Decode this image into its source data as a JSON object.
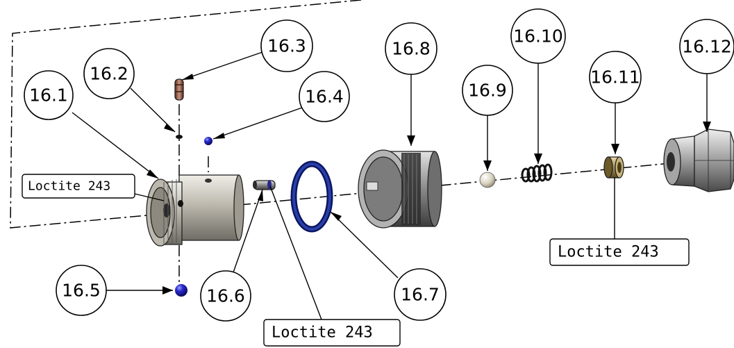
{
  "balloons": [
    {
      "label": "16.1"
    },
    {
      "label": "16.2"
    },
    {
      "label": "16.3"
    },
    {
      "label": "16.4"
    },
    {
      "label": "16.5"
    },
    {
      "label": "16.6"
    },
    {
      "label": "16.7"
    },
    {
      "label": "16.8"
    },
    {
      "label": "16.9"
    },
    {
      "label": "16.10"
    },
    {
      "label": "16.11"
    },
    {
      "label": "16.12"
    }
  ],
  "notes": [
    {
      "text": "Loctite 243"
    },
    {
      "text": "Loctite 243"
    },
    {
      "text": "Loctite 243"
    }
  ],
  "colors": {
    "outline": "#000000",
    "steel": "#b8b5ad",
    "dark_steel": "#5e5e5e",
    "brass": "#a8915a",
    "blue_ball": "#1a1aa8",
    "oring": "#1b2f8a",
    "copper": "#8a4a3a"
  }
}
